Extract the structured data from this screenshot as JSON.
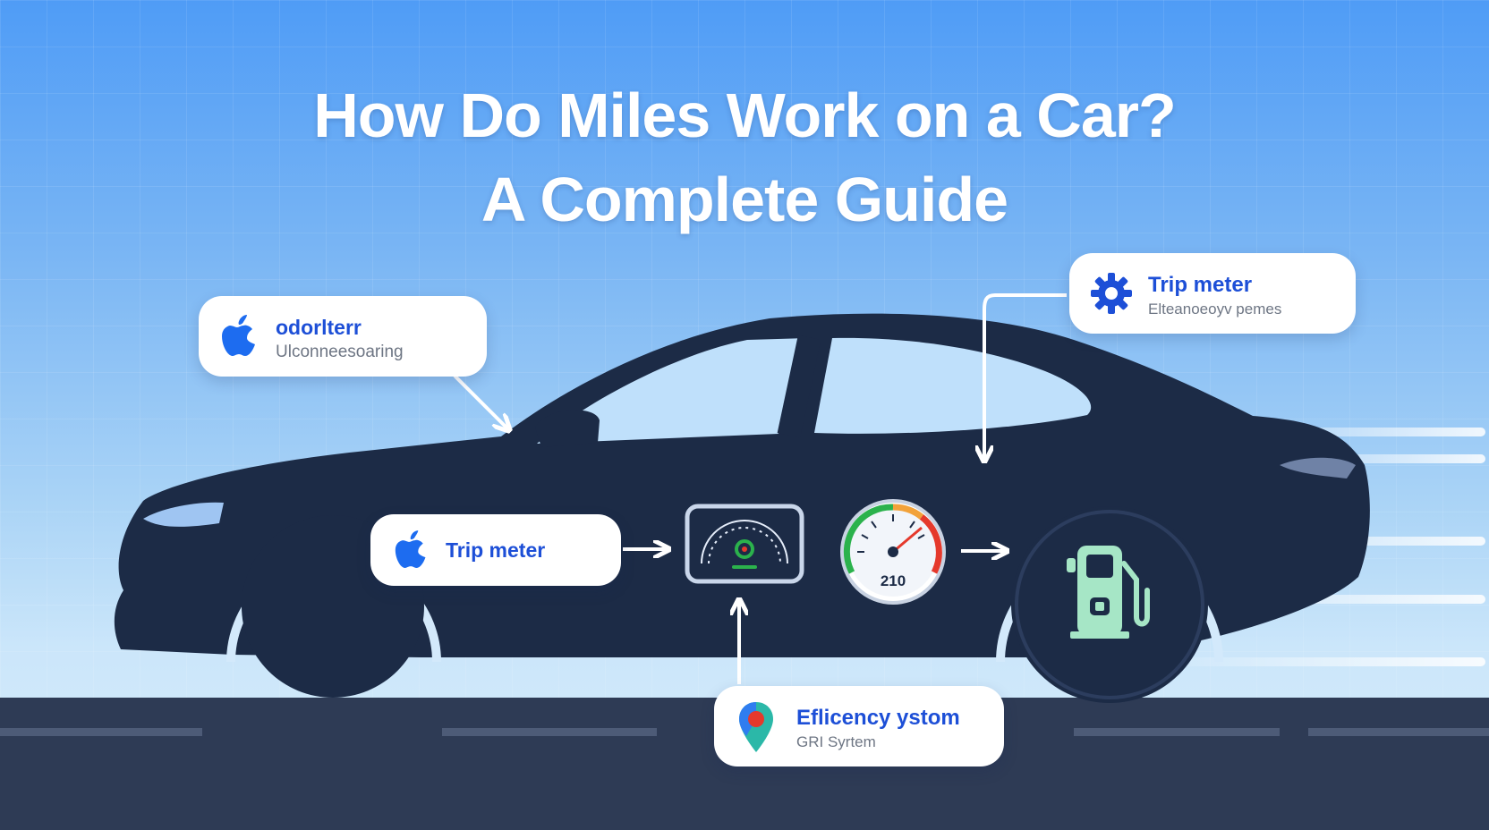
{
  "title": {
    "line1": "How Do Miles Work on a Car?",
    "line2": "A Complete Guide"
  },
  "callouts": {
    "odometer": {
      "title": "odorlterr",
      "subtitle": "Ulconneesoaring",
      "icon": "apple-icon"
    },
    "trip_top": {
      "title": "Trip meter",
      "subtitle": "Elteanoeoyv pemes",
      "icon": "gear-icon"
    },
    "trip_mid": {
      "title": "Trip meter",
      "icon": "apple-icon"
    },
    "efficiency": {
      "title": "Eflicency ystom",
      "subtitle": "GRI Syrtem",
      "icon": "map-pin-icon"
    }
  },
  "gauge": {
    "label": "210"
  },
  "colors": {
    "car_body": "#1c2b46",
    "accent_blue": "#1d4fd7",
    "road": "#2e3b55",
    "gauge_green": "#2bb24c",
    "gauge_red": "#e5392c",
    "fuel_pump": "#a6e6c6"
  }
}
